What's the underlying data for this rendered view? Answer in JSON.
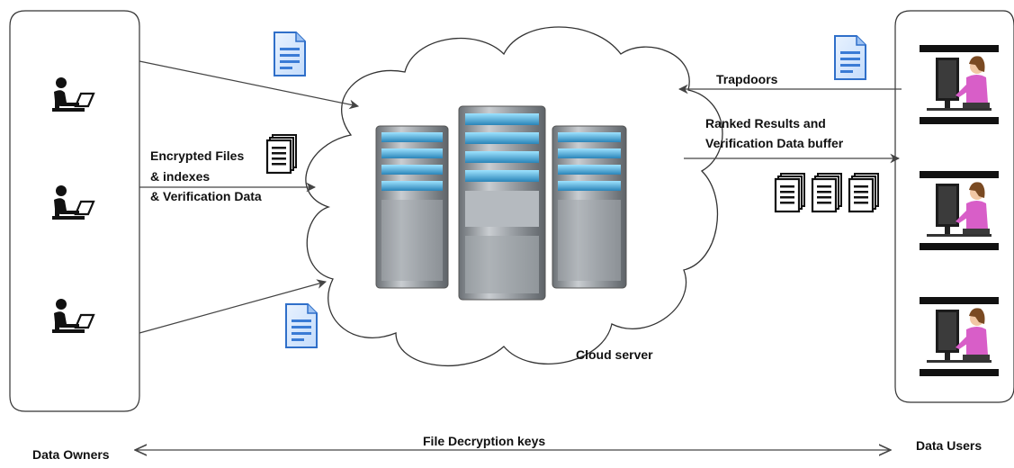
{
  "diagram": {
    "labels": {
      "data_owners": "Data Owners",
      "data_users": "Data Users",
      "cloud_server": "Cloud server",
      "encrypted_line1": "Encrypted Files",
      "encrypted_line2": "& indexes",
      "encrypted_line3": "& Verification Data",
      "trapdoors": "Trapdoors",
      "ranked_line1": "Ranked Results and",
      "ranked_line2": "Verification Data buffer",
      "decryption_keys": "File Decryption keys"
    },
    "owners": [
      "owner-1",
      "owner-2",
      "owner-3"
    ],
    "users": [
      "user-1",
      "user-2",
      "user-3"
    ],
    "colors": {
      "line": "#444444",
      "doc_blue": "#3a7bd5",
      "server_cyan": "#5ab4d8",
      "server_grey": "#8a8f95",
      "user_shirt": "#d85ec8"
    }
  }
}
